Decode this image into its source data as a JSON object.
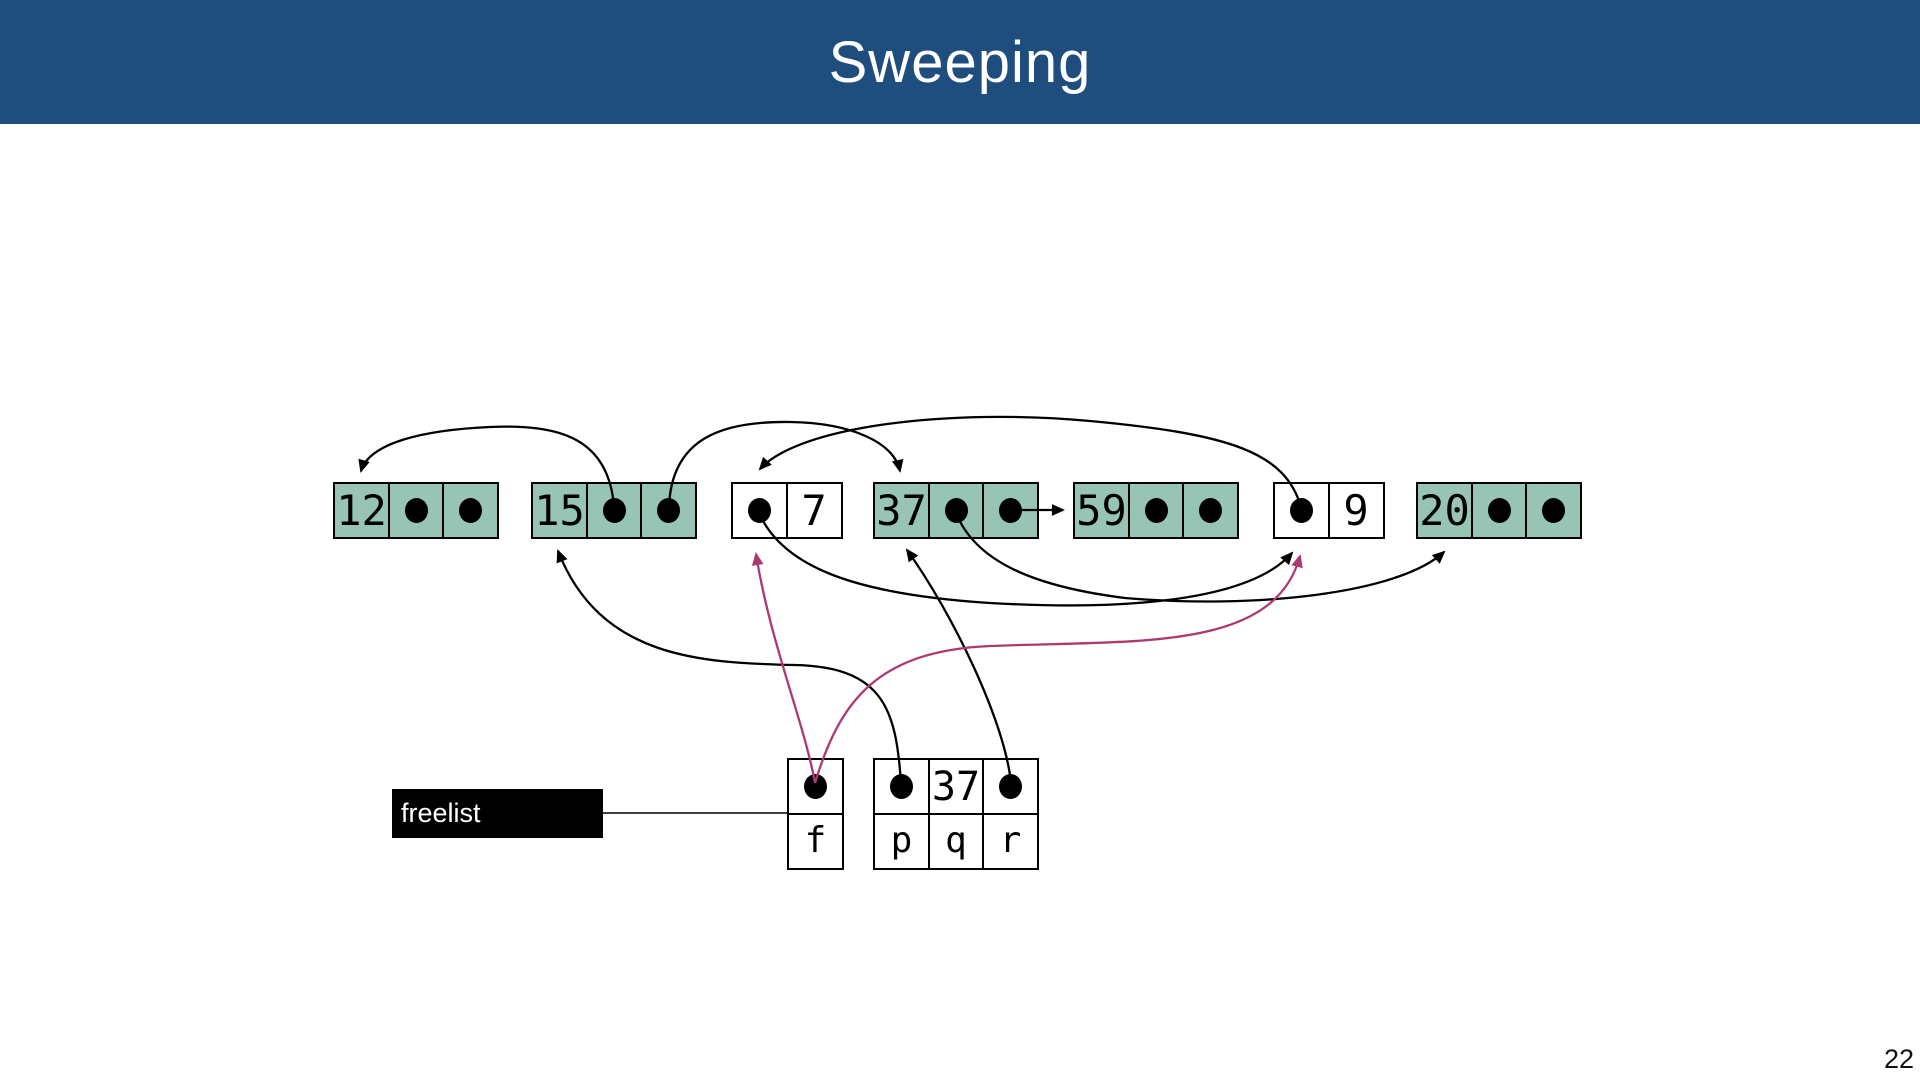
{
  "slide": {
    "title": "Sweeping",
    "page_number": "22"
  },
  "colors": {
    "header_bg": "#1E4D7E",
    "live_block_fill": "#97C4B5",
    "free_block_fill": "#FFFFFF",
    "pointer_color": "#000000",
    "freelist_pointer_color": "#AC3A72"
  },
  "heap": {
    "blocks": [
      {
        "name": "block-12",
        "status": "live",
        "cells": [
          {
            "type": "size",
            "label": "12"
          },
          {
            "type": "pointer"
          },
          {
            "type": "pointer"
          }
        ]
      },
      {
        "name": "block-15",
        "status": "live",
        "cells": [
          {
            "type": "size",
            "label": "15"
          },
          {
            "type": "pointer"
          },
          {
            "type": "pointer"
          }
        ]
      },
      {
        "name": "block-7",
        "status": "free",
        "cells": [
          {
            "type": "pointer"
          },
          {
            "type": "size",
            "label": "7"
          }
        ]
      },
      {
        "name": "block-37",
        "status": "live",
        "cells": [
          {
            "type": "size",
            "label": "37"
          },
          {
            "type": "pointer"
          },
          {
            "type": "pointer"
          }
        ]
      },
      {
        "name": "block-59",
        "status": "live",
        "cells": [
          {
            "type": "size",
            "label": "59"
          },
          {
            "type": "pointer"
          },
          {
            "type": "pointer"
          }
        ]
      },
      {
        "name": "block-9",
        "status": "free",
        "cells": [
          {
            "type": "pointer"
          },
          {
            "type": "size",
            "label": "9"
          }
        ]
      },
      {
        "name": "block-20",
        "status": "live",
        "cells": [
          {
            "type": "size",
            "label": "20"
          },
          {
            "type": "pointer"
          },
          {
            "type": "pointer"
          }
        ]
      }
    ]
  },
  "freelist": {
    "label": "freelist",
    "head_var": "f"
  },
  "roots": {
    "p_label": "p",
    "q_label": "q",
    "r_label": "r",
    "q_value": "37"
  },
  "edges": [
    {
      "from": "block-15.ptr1",
      "to": "block-12",
      "color": "black"
    },
    {
      "from": "block-15.ptr2",
      "to": "block-37",
      "color": "black"
    },
    {
      "from": "block-9.ptr",
      "to": "block-7",
      "color": "black"
    },
    {
      "from": "block-37.ptr2",
      "to": "block-59",
      "color": "black"
    },
    {
      "from": "block-37.ptr1",
      "to": "block-20",
      "color": "black"
    },
    {
      "from": "block-7.ptr",
      "to": "block-9",
      "color": "black"
    },
    {
      "from": "p",
      "to": "block-15",
      "color": "black"
    },
    {
      "from": "r",
      "to": "block-37",
      "color": "black"
    },
    {
      "from": "f",
      "to": "block-7",
      "color": "freelist"
    },
    {
      "from": "f",
      "to": "block-9",
      "color": "freelist"
    }
  ]
}
